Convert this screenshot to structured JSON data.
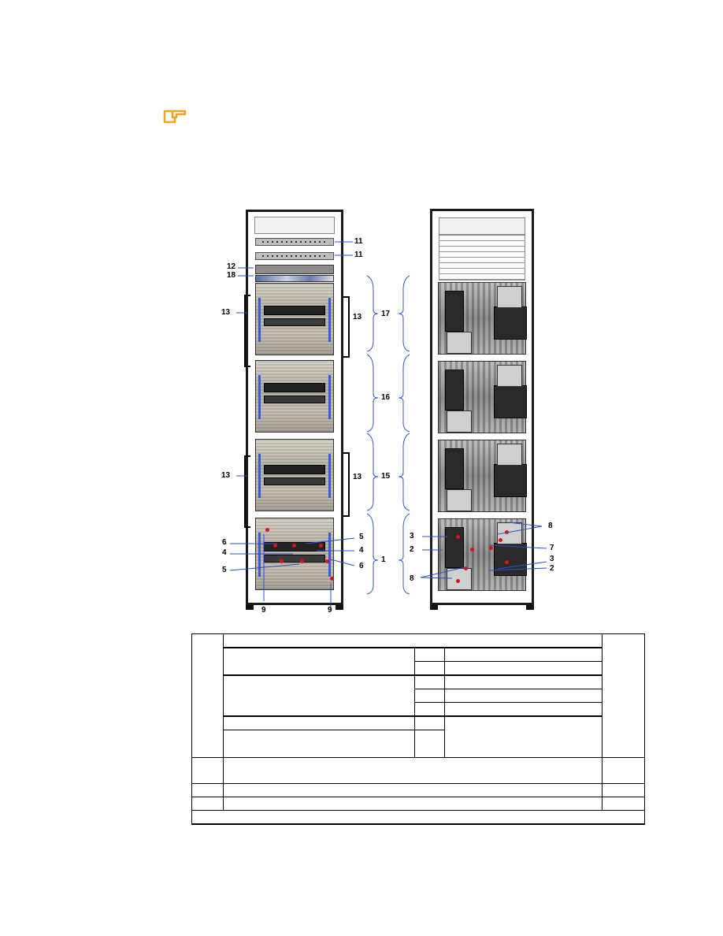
{
  "callouts": {
    "front": {
      "c11a": "11",
      "c11b": "11",
      "c12": "12",
      "c18": "18",
      "c13_left_top": "13",
      "c13_right_top": "13",
      "c13_left_low": "13",
      "c13_right_low": "13",
      "c6_left": "6",
      "c4_left": "4",
      "c5_left": "5",
      "c5_right": "5",
      "c4_right": "4",
      "c6_right": "6",
      "c9_left": "9",
      "c9_right": "9"
    },
    "groups": {
      "g17": "17",
      "g16": "16",
      "g15": "15",
      "g1": "1"
    },
    "rear": {
      "c3_left": "3",
      "c2_left": "2",
      "c8_left": "8",
      "c8_right": "8",
      "c7": "7",
      "c3_right": "3",
      "c2_right": "2"
    }
  },
  "icons": {
    "note": "pointing-hand-note-icon"
  },
  "colors": {
    "accent": "#f2a21b",
    "handle": "#3b5bd8",
    "marker": "#d8141b"
  }
}
